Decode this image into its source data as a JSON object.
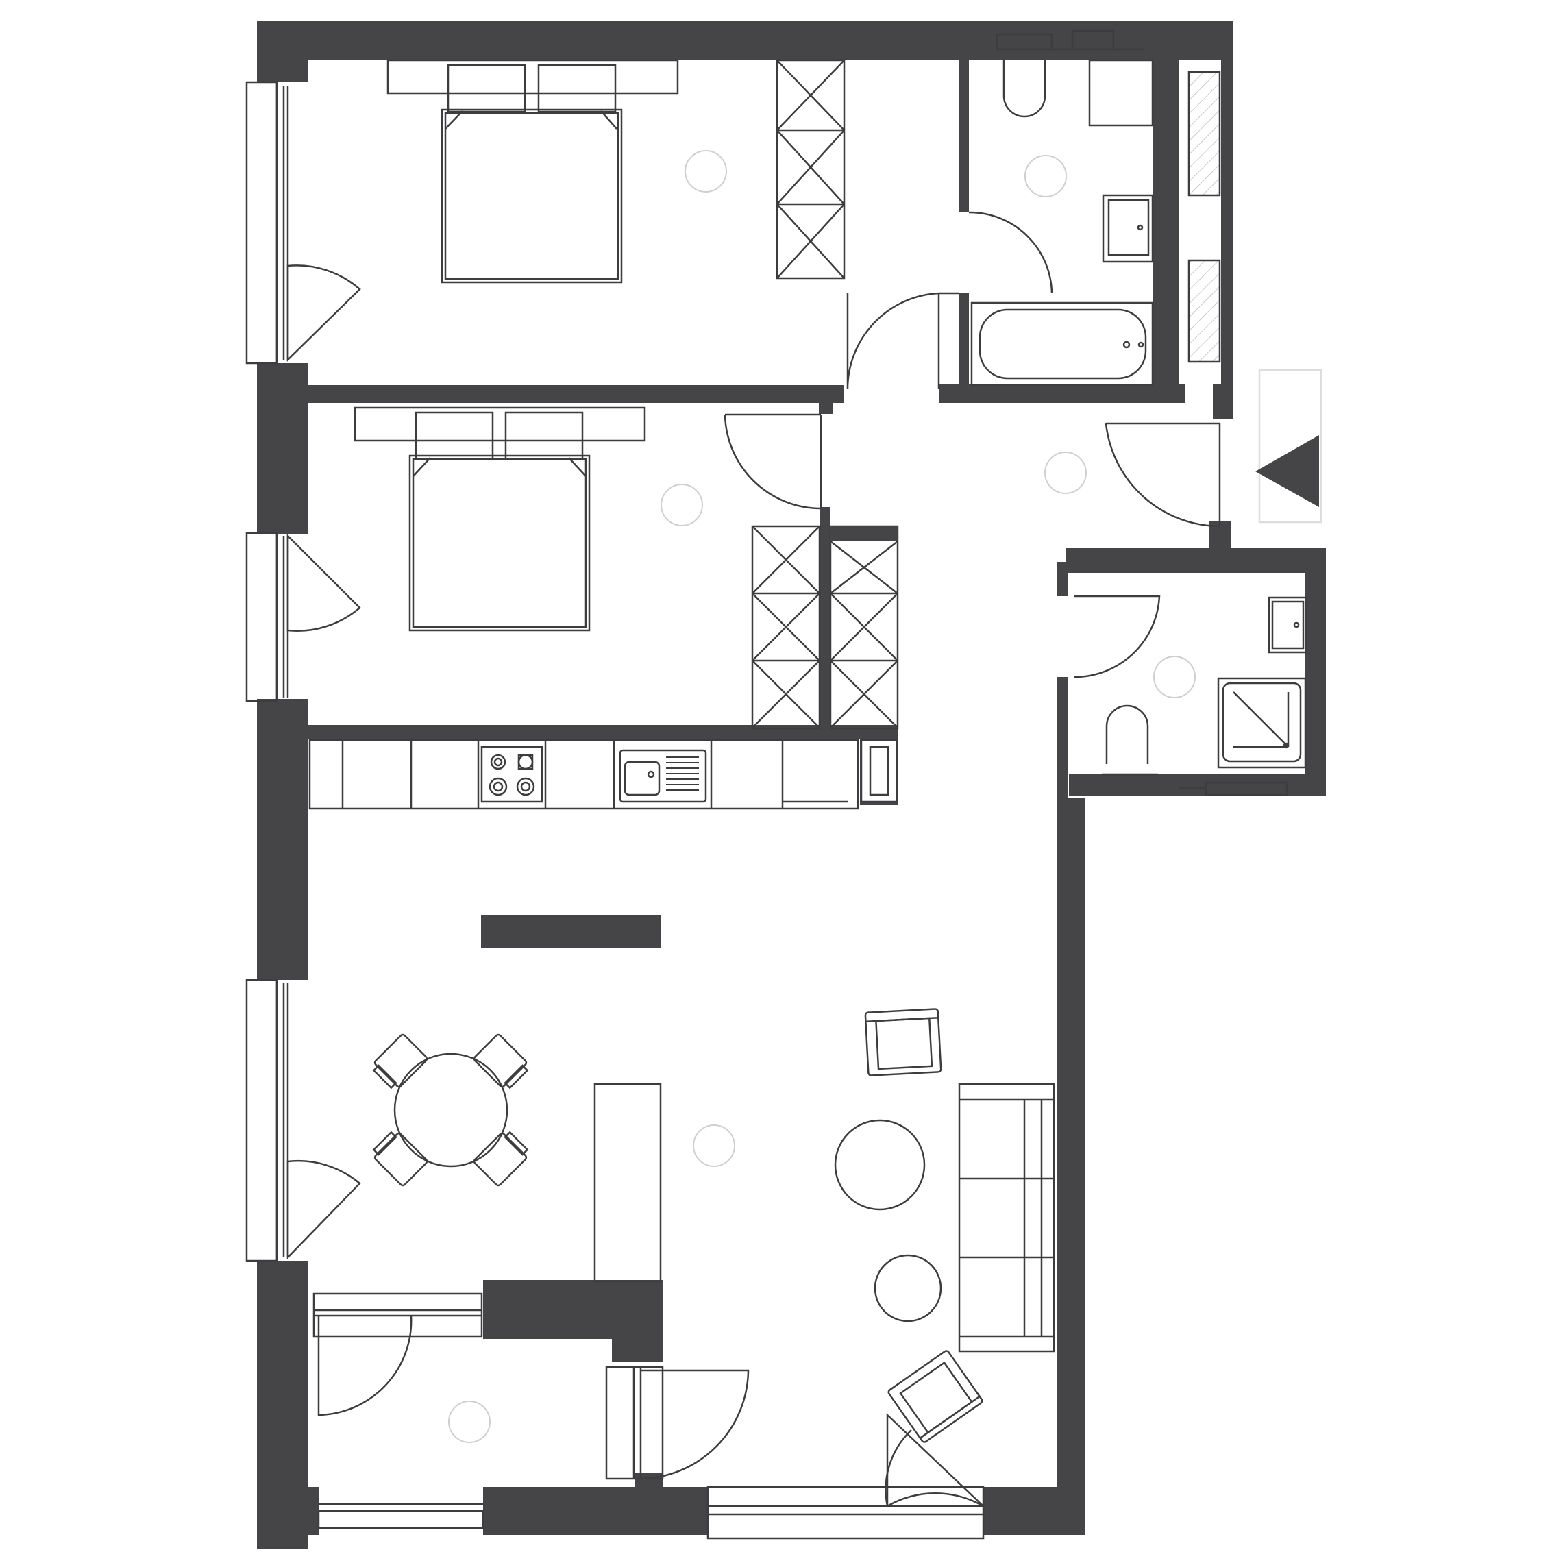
{
  "floor_plan": {
    "background": "#ffffff",
    "wall_color": "#454547",
    "line_color": "#3d3d3f",
    "light_marker_color": "#cfcfcf",
    "hatch_color": "#b9b9b9",
    "rooms": [
      "bedroom-1",
      "bedroom-2",
      "bathroom-1",
      "hallway",
      "bathroom-2",
      "kitchen",
      "living-dining",
      "storage-room"
    ],
    "entrance_marker": "triangle-left-icon"
  }
}
